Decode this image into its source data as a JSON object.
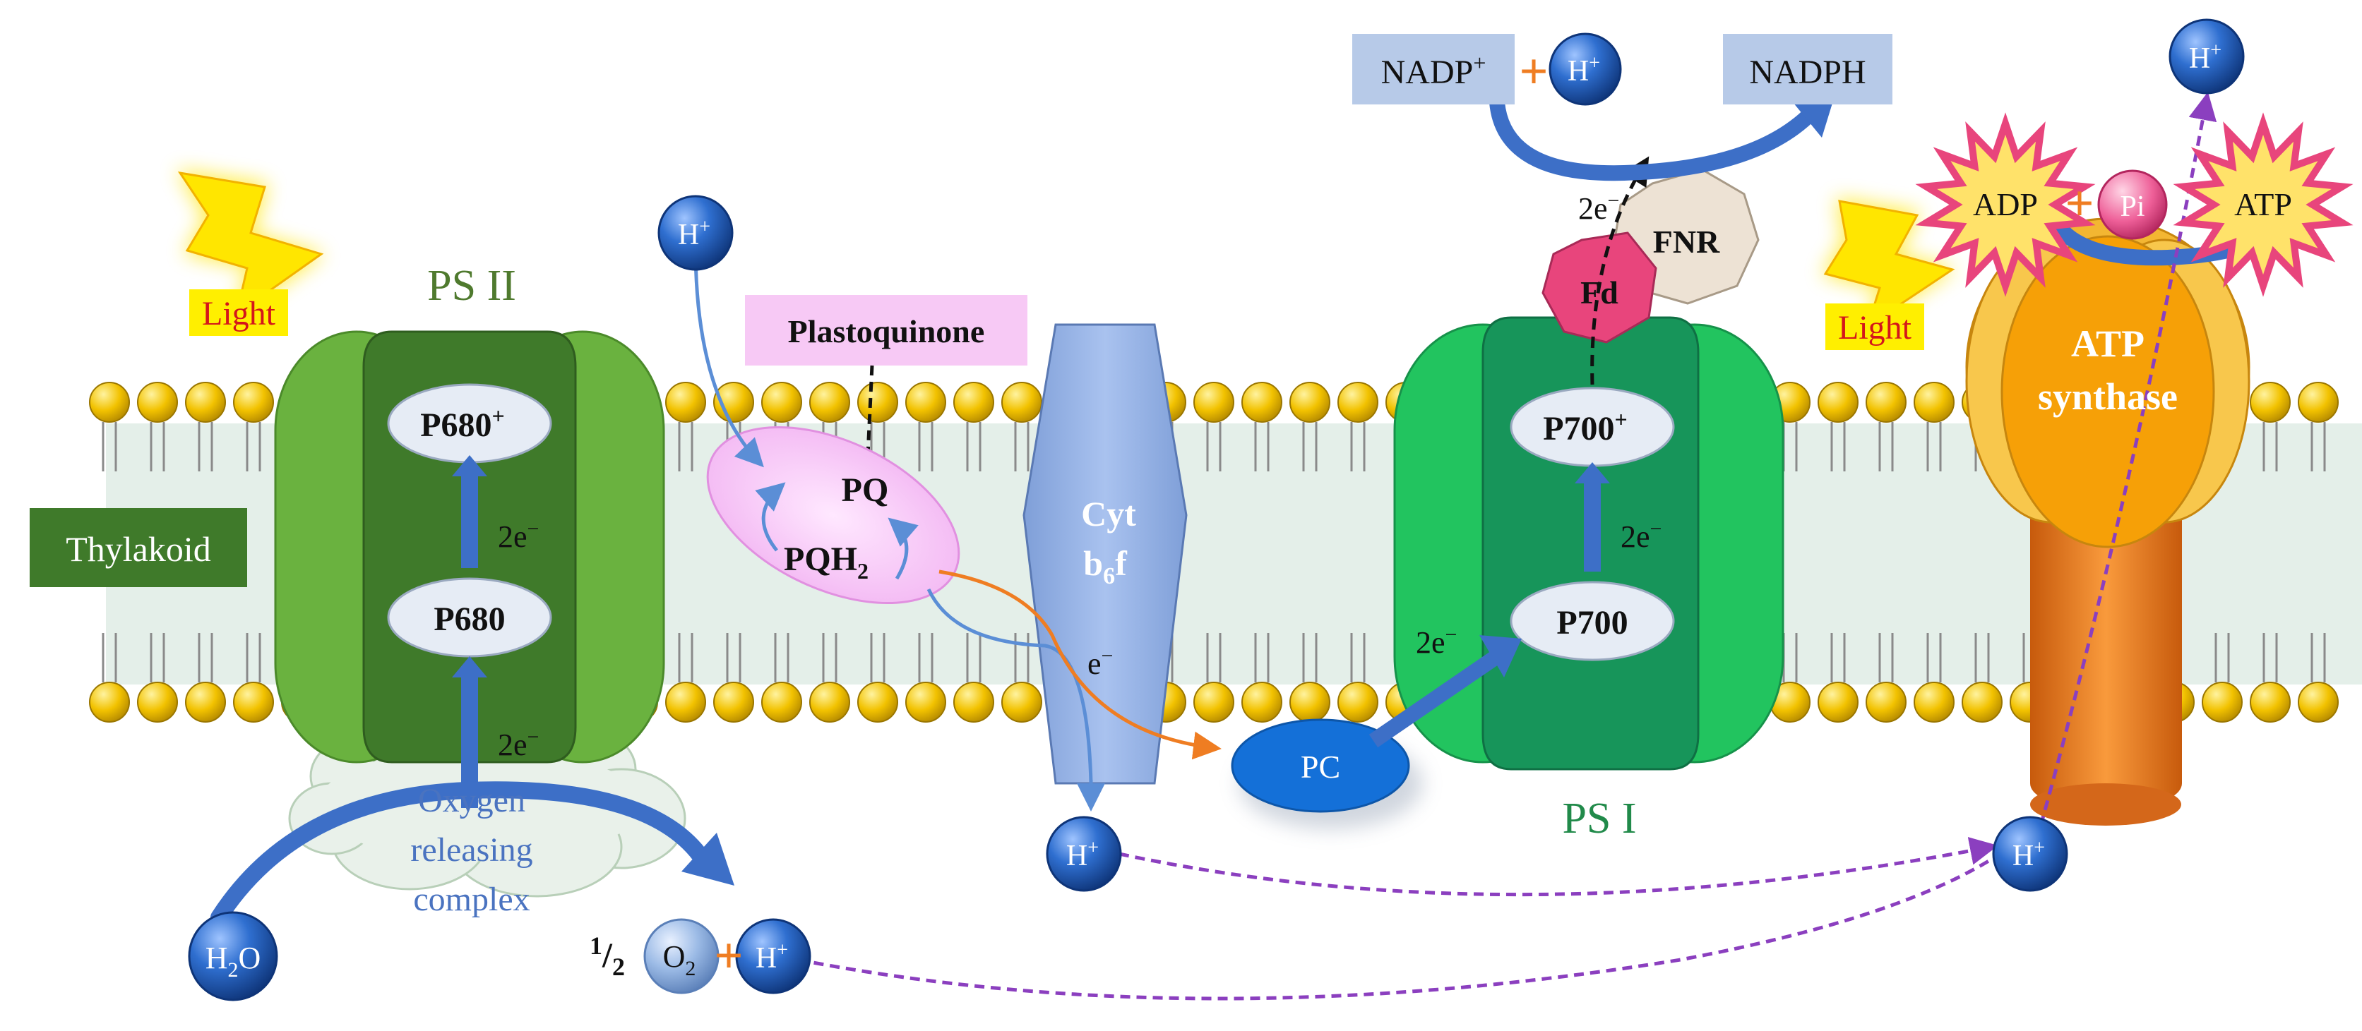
{
  "labels": {
    "thylakoid": "Thylakoid",
    "light": "Light",
    "ps2": "PS II",
    "ps1": "PS I",
    "p680_plus": "P680",
    "p680": "P680",
    "p700_plus": "P700",
    "p700": "P700",
    "plus_sup": "+",
    "two_e": "2e",
    "e_minus_sup": "−",
    "e": "e",
    "h": "H",
    "h_sup": "+",
    "plastoquinone": "Plastoquinone",
    "pq": "PQ",
    "pqh": "PQH",
    "pqh_sub": "2",
    "cyt": "Cyt",
    "b6f_b": "b",
    "b6f_sub": "6",
    "b6f_f": "f",
    "pc": "PC",
    "fd": "Fd",
    "fnr": "FNR",
    "nadp": "NADP",
    "nadph": "NADPH",
    "adp": "ADP",
    "pi": "Pi",
    "atp": "ATP",
    "atp_synthase_1": "ATP",
    "atp_synthase_2": "synthase",
    "orc_1": "Oxygen",
    "orc_2": "releasing",
    "orc_3": "complex",
    "h2o_h": "H",
    "h2o_sub": "2",
    "h2o_o": "O",
    "half_num": "1",
    "half_slash": "/",
    "half_den": "2",
    "o2_o": "O",
    "o2_sub": "2",
    "plus_sign": "+"
  },
  "colors": {
    "membrane_fill": "#e4efe9",
    "lipid_head": "#f2c200",
    "ps2_green": "#5ea33a",
    "ps1_green": "#1fbf5c",
    "cyt_blue": "#93b1e3",
    "pc_blue": "#1470d8",
    "proton_blue": "#1d5fb8",
    "arrow_blue": "#3d6fc7",
    "purple_dash": "#8b3fbf",
    "light_yellow": "#ffe600",
    "light_text": "#d4161b",
    "atp_orange": "#f7a21b",
    "fd_pink": "#e8457c"
  }
}
